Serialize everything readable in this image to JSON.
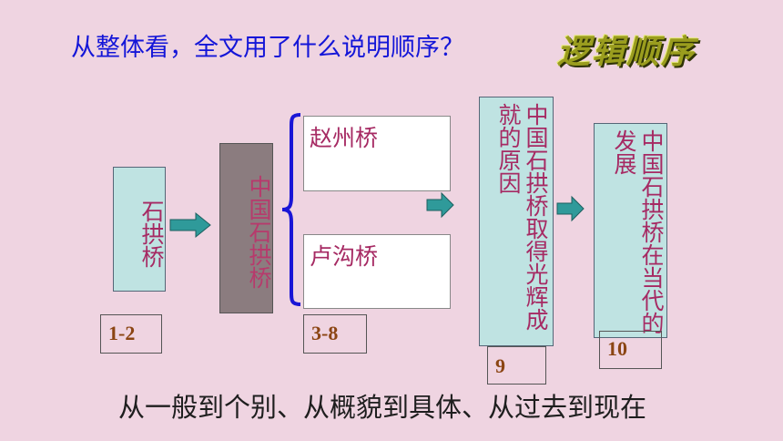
{
  "header": {
    "question": "从整体看，全文用了什么说明顺序？",
    "badge": "逻辑顺序"
  },
  "diagram": {
    "box1": "石拱桥",
    "box2": "中国石拱桥",
    "box3": "赵州桥",
    "box4": "卢沟桥",
    "box5": "中国石拱桥取得光辉成就的原因",
    "box6": "中国石拱桥在当代的发展",
    "num1": "1-2",
    "num2": "3-8",
    "num3": "9",
    "num4": "10"
  },
  "summary": "从一般到个别、从概貌到具体、从过去到现在",
  "colors": {
    "background": "#efd4e1",
    "arrow": "#2f9a9a",
    "brace": "#1a16d6",
    "question": "#1416d8"
  }
}
